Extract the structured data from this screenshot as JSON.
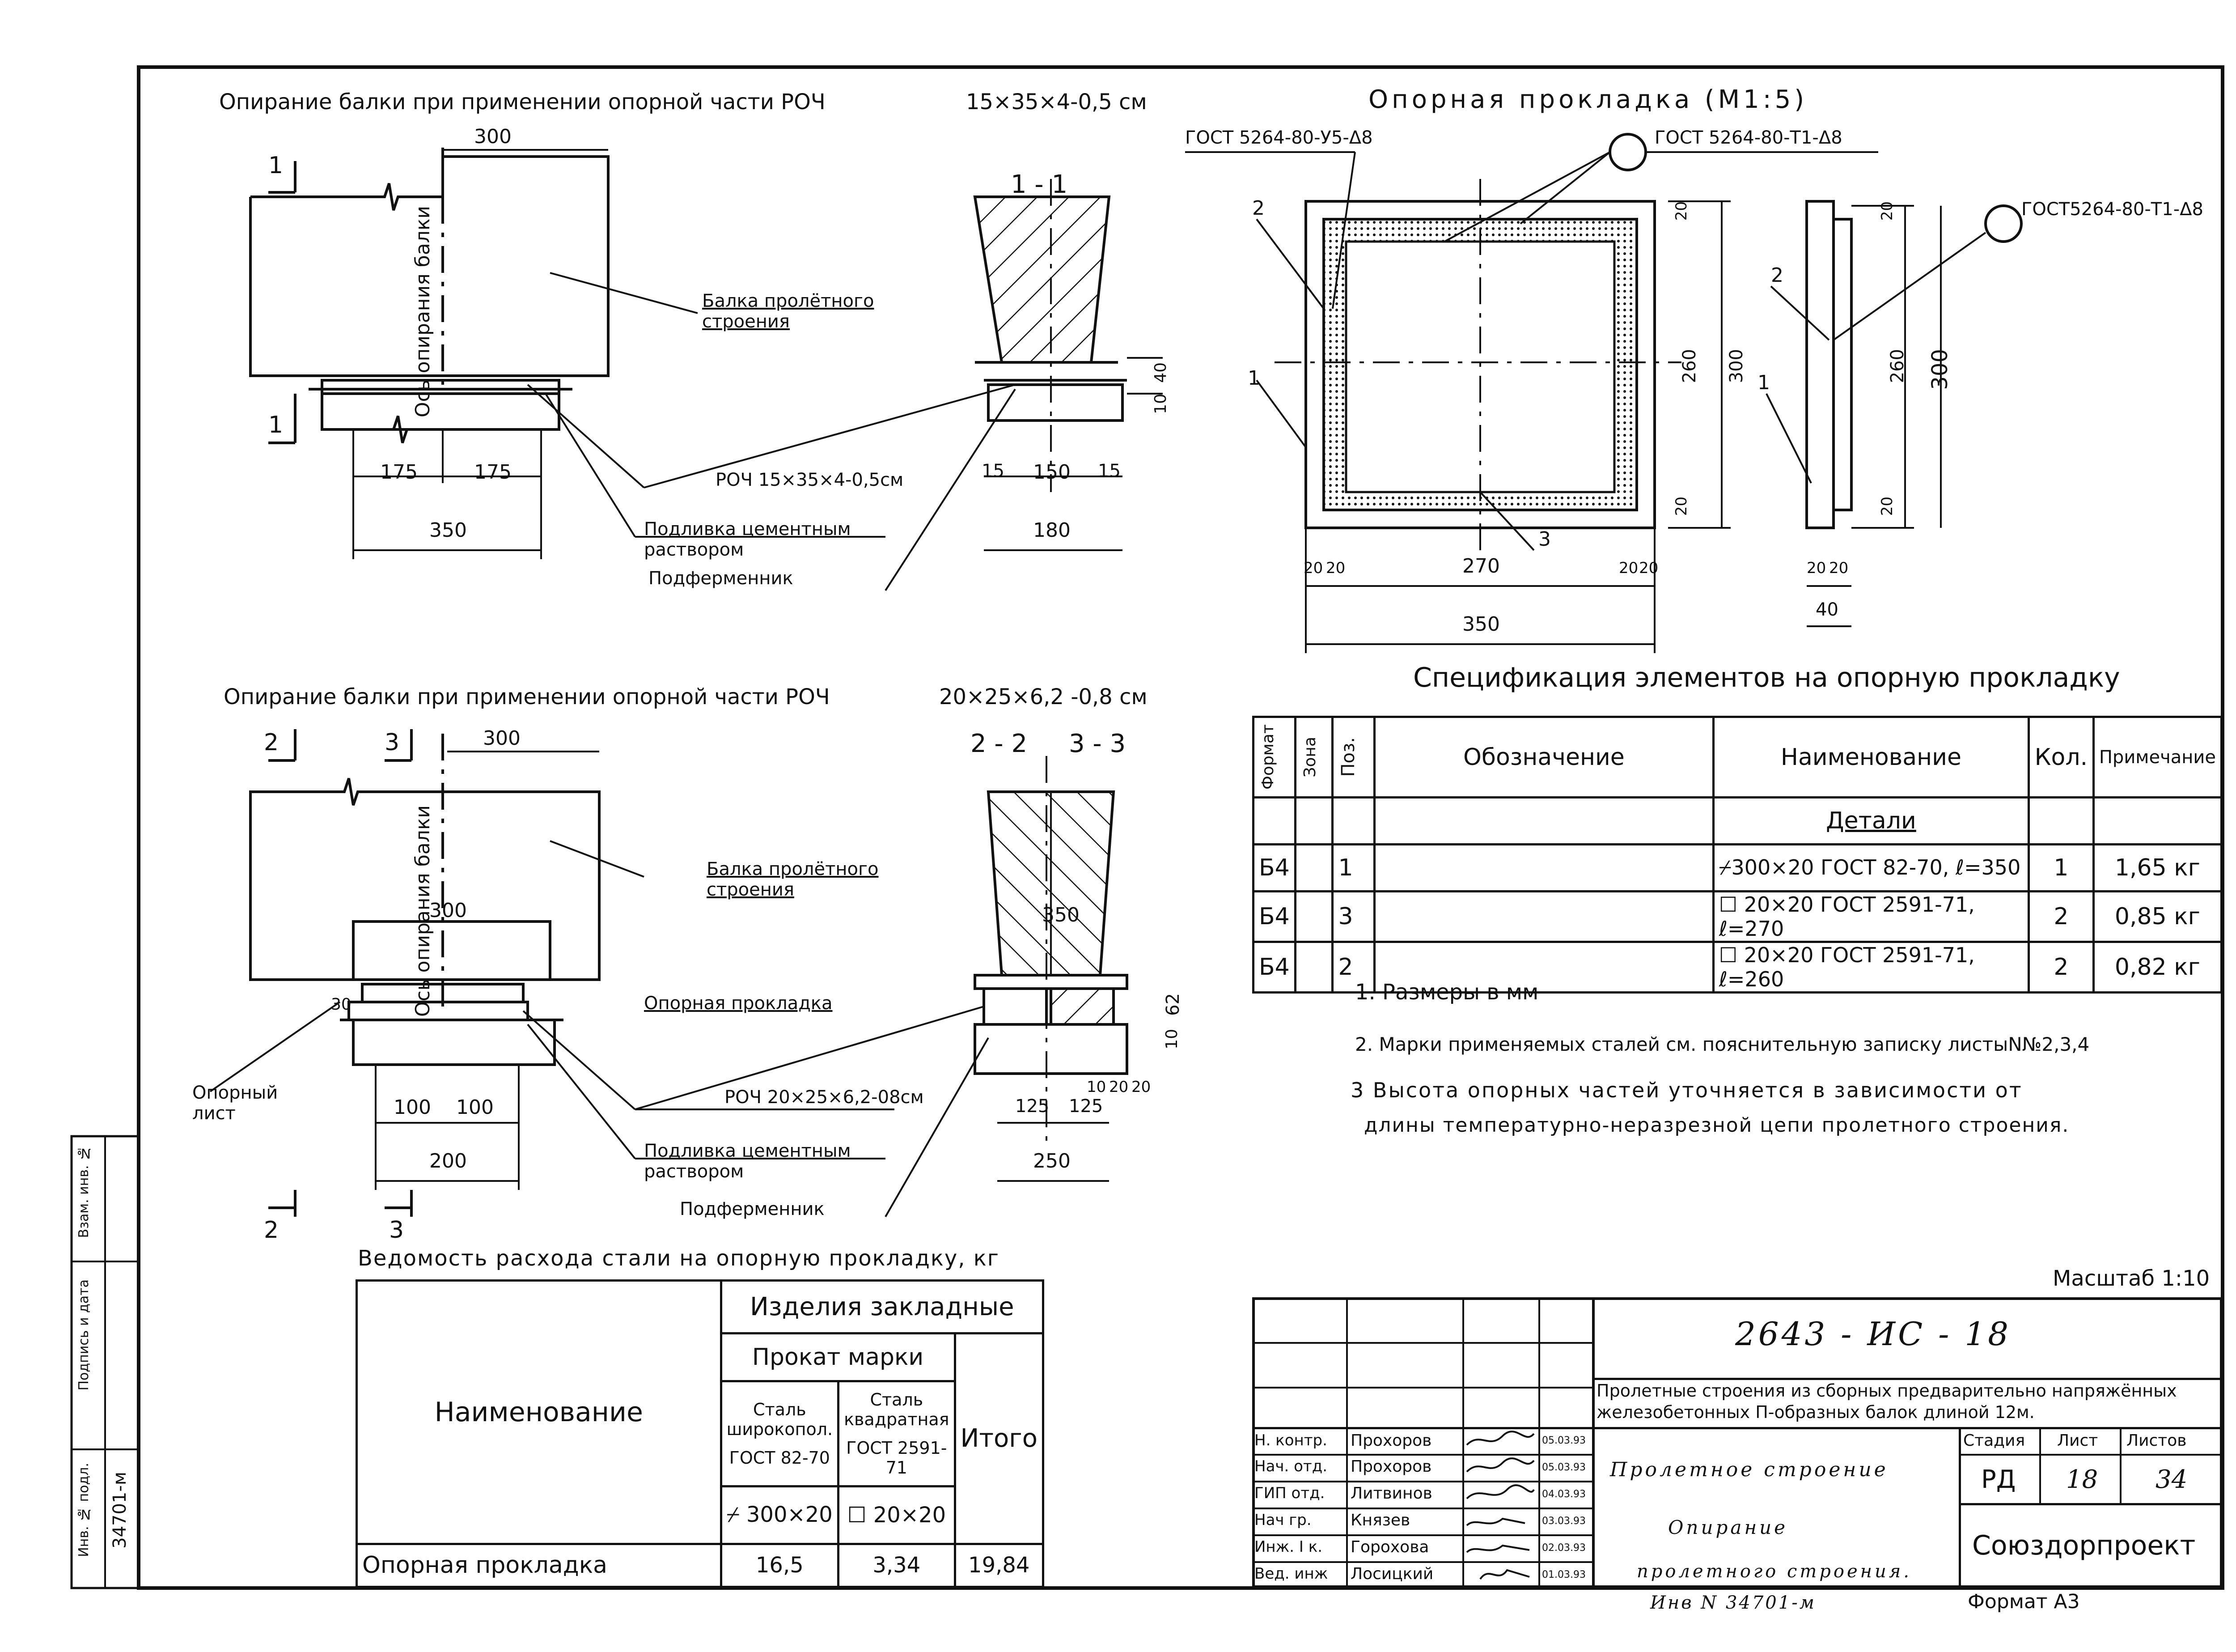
{
  "top_title": "Опирание балки при применении опорной части РОЧ",
  "top_title_dims": "15×35×4-0,5 см",
  "bottom_title": "Опирание балки при применении опорной части РОЧ",
  "bottom_title_dims": "20×25×6,2 -0,8 см",
  "pad_title": "Опорная прокладка (М1:5)",
  "labels": {
    "beam": "Балка пролётного строения",
    "axis": "Ось опирания балки",
    "roch_top": "РОЧ 15×35×4-0,5см",
    "grout": "Подливка цементным раствором",
    "podferm": "Подферменник",
    "pad": "Опорная прокладка",
    "plate": "Опорный лист",
    "roch_bottom": "РОЧ 20×25×6,2-08см"
  },
  "sections": {
    "s11": "1 - 1",
    "s22": "2 - 2",
    "s33": "3 - 3",
    "m1": "1",
    "m2": "2",
    "m3": "3"
  },
  "dims": {
    "d300a": "300",
    "d175a": "175",
    "d175b": "175",
    "d350a": "350",
    "d15a": "15",
    "d150": "150",
    "d15b": "15",
    "d180": "180",
    "d40a": "40",
    "d10a": "10",
    "d300b": "300",
    "d300c": "300",
    "d30": "30",
    "d100a": "100",
    "d100b": "100",
    "d200": "200",
    "d350b": "350",
    "d125a": "125",
    "d125b": "125",
    "d250": "250",
    "d10b": "10",
    "d62": "62",
    "d10c": "10",
    "d20x": "20",
    "d20y": "20",
    "p20a": "20",
    "p20b": "20",
    "p270": "270",
    "p20c": "20",
    "p20d": "20",
    "p350": "350",
    "p20e": "20",
    "p260": "260",
    "p300": "300",
    "p20f": "20",
    "q20a": "20",
    "q20b": "20",
    "q40": "40",
    "q20c": "20",
    "q260": "260",
    "q300": "300",
    "q20d": "20",
    "pos1": "1",
    "pos2": "2",
    "pos3": "3",
    "pos1b": "1",
    "pos2b": "2"
  },
  "gost": {
    "g1": "ГОСТ 5264-80-У5-Δ8",
    "g2": "ГОСТ 5264-80-Т1-Δ8",
    "g3": "ГОСТ5264-80-Т1-Δ8"
  },
  "spec": {
    "title": "Спецификация элементов на опорную прокладку",
    "headers": [
      "Формат",
      "Зона",
      "Поз.",
      "Обозначение",
      "Наименование",
      "Кол.",
      "Примечание"
    ],
    "group": "Детали",
    "rows": [
      [
        "Б4",
        "",
        "1",
        "",
        "⌿300×20 ГОСТ 82-70, ℓ=350",
        "1",
        "1,65 кг"
      ],
      [
        "Б4",
        "",
        "3",
        "",
        "☐ 20×20 ГОСТ 2591-71, ℓ=270",
        "2",
        "0,85 кг"
      ],
      [
        "Б4",
        "",
        "2",
        "",
        "☐ 20×20 ГОСТ 2591-71, ℓ=260",
        "2",
        "0,82 кг"
      ]
    ]
  },
  "notes": [
    "1. Размеры в мм",
    "2. Марки применяемых сталей см. пояснительную записку листыN№2,3,4",
    "3 Высота опорных частей уточняется в зависимости от",
    "длины температурно-неразрезной цепи пролетного строения."
  ],
  "steel": {
    "title": "Ведомость расхода стали на опорную прокладку, кг",
    "name_header": "Наименование",
    "embedded": "Изделия закладные",
    "rolled": "Прокат марки",
    "col1": "Сталь широкопол.",
    "col2": "Сталь квадратная",
    "gost1": "ГОСТ 82-70",
    "gost2": "ГОСТ 2591-71",
    "size1": "⌿ 300×20",
    "size2": "☐ 20×20",
    "total": "Итого",
    "row_name": "Опорная прокладка",
    "v1": "16,5",
    "v2": "3,34",
    "v3": "19,84"
  },
  "scale": "Масштаб 1:10",
  "stamp": {
    "code": "2643 - ИС - 18",
    "desc": "Пролетные строения из сборных предварительно напряжённых железобетонных П-образных балок длиной 12м.",
    "object": "Пролетное строение",
    "sheet_title_1": "Опирание",
    "sheet_title_2": "пролетного строения.",
    "stage_h": "Стадия",
    "sheet_h": "Лист",
    "sheets_h": "Листов",
    "stage": "РД",
    "sheet": "18",
    "sheets": "34",
    "org": "Союздорпроект",
    "inv": "Инв N 34701-м",
    "format": "Формат А3",
    "people": [
      [
        "Н. контр.",
        "Прохоров",
        "05.03.93"
      ],
      [
        "Нач. отд.",
        "Прохоров",
        "05.03.93"
      ],
      [
        "ГИП отд.",
        "Литвинов",
        "04.03.93"
      ],
      [
        "Нач гр.",
        "Князев",
        "03.03.93"
      ],
      [
        "Инж. I к.",
        "Горохова",
        "02.03.93"
      ],
      [
        "Вед. инж",
        "Лосицкий",
        "01.03.93"
      ]
    ]
  },
  "side": {
    "inv_orig": "Инв. № подл.",
    "sign_date": "Подпись и дата",
    "inv_repl": "Взам. инв. №",
    "inv_val": "34701-м"
  }
}
